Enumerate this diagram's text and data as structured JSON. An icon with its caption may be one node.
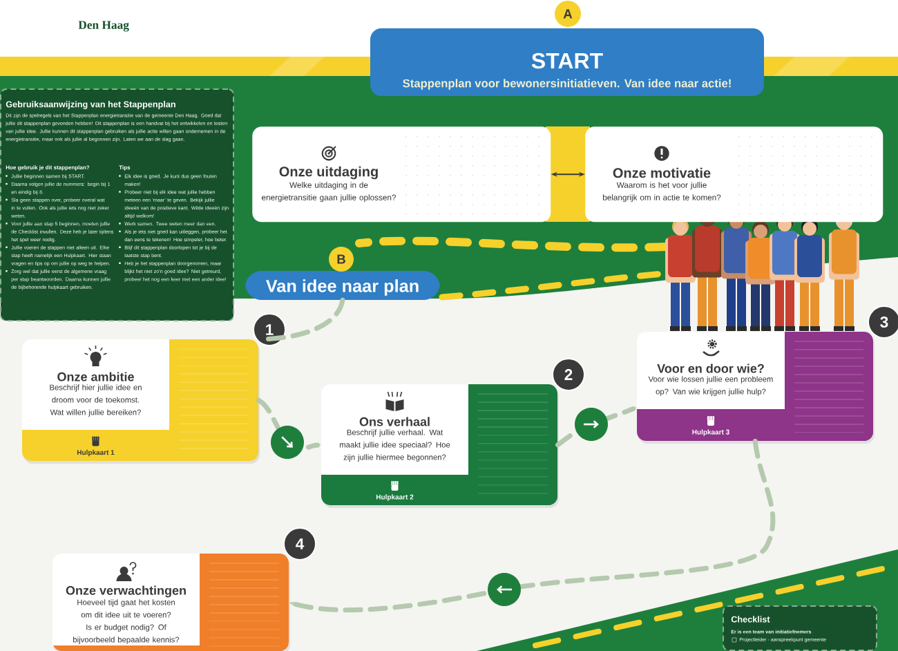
{
  "diagram": {
    "nodes": [
      {
        "text": [
          "START",
          "Stappenplan voor bewonersinitiatieven. Van idee naar actie!"
        ],
        "beside": [
          "A"
        ]
      },
      {
        "text": [
          "Onze uitdaging",
          "Welke uitdaging in de energietransitie gaan jullie oplossen?"
        ]
      },
      {
        "text": [
          "Onze motivatie",
          "Waarom is het voor jullie belangrijk om in actie te komen?"
        ]
      },
      {
        "text": [
          "Van idee naar plan"
        ],
        "beside": [
          "B"
        ]
      },
      {
        "text": [
          "Onze ambitie",
          "Beschrijf hier jullie idee en droom voor de toekomst. Wat willen jullie bereiken?",
          "Hulpkaart 1"
        ],
        "beside": [
          "1"
        ]
      },
      {
        "text": [
          "Ons verhaal",
          "Beschrijf jullie verhaal. Wat maakt jullie idee speciaal? Hoe zijn jullie hiermee begonnen?",
          "Hulpkaart 2"
        ],
        "beside": [
          "2"
        ]
      },
      {
        "text": [
          "Voor en door wie?",
          "Voor wie lossen jullie een probleem op? Van wie krijgen jullie hulp?",
          "Hulpkaart 3"
        ],
        "beside": [
          "3"
        ]
      },
      {
        "text": [
          "Onze verwachtingen",
          "Hoeveel tijd gaat het kosten om dit idee uit te voeren? Is er budget nodig? Of bijvoorbeeld bepaalde kennis?"
        ],
        "beside": [
          "4"
        ]
      },
      {
        "text": [
          "Gebruiksaanwijzing van het Stappenplan",
          "Dit zijn de spelregels van het Stappenplan energietransitie van de gemeente Den Haag. Goed dat jullie dit stappenplan gevonden hebben! Dit stappenplan is een handvat bij het ontwikkelen en testen van jullie idee. Jullie kunnen dit stappenplan gebruiken als jullie actie willen gaan ondernemen in de energietransitie, maar ook als jullie al begonnen zijn. Laten we aan de slag gaan.",
          "Hoe gebruik je dit stappenplan?",
          "Jullie beginnen samen bij START.",
          "Daarna volgen jullie de nummers: begin bij 1 en eindig bij 8.",
          "Sla geen stappen over, probeer overal wat in te vullen. Ook als jullie iets nog niet zeker weten.",
          "Voor jullie aan stap 5 beginnen, moeten jullie de Checklist invullen. Deze heb je later tijdens het spel weer nodig.",
          "Jullie voeren de stappen niet alleen uit. Elke stap heeft namelijk een Hulpkaart. Hier staan vragen en tips op om jullie op weg te helpen.",
          "Zorg wel dat jullie eerst de algemene vraag per stap beantwoorden. Daarna kunnen jullie de bijbehorende hulpkaart gebruiken.",
          "Tips",
          "Elk idee is goed. Je kunt dus geen fouten maken!",
          "Probeer niet bij elk idee wat jullie hebben meteen een ‘maar’ te geven. Bekijk jullie ideeën van de positieve kant. Wilde ideeën zijn altijd welkom!",
          "Werk samen. Twee weten meer dan een.",
          "Als je iets niet goed kan uitleggen, probeer het dan eens te tekenen! Hoe simpeler, hoe beter.",
          "Blijf dit stappenplan doorlopen tot je bij de laatste stap bent.",
          "Heb je het stappenplan doorgenomen, maar blijkt het niet zo’n goed idee? Niet getreurd, probeer het nog een keer met een ander idee!"
        ]
      },
      {
        "text": [
          "Checklist",
          "Er is een team van initiatiefnemers",
          "Projectleider - aanspreekpunt gemeente"
        ]
      }
    ],
    "edges": [
      {
        "from": 1,
        "to": 2,
        "arrow": "both",
        "color": "#3a3a3a"
      },
      {
        "from": 3,
        "to": 4,
        "arrow": "none",
        "style": "dashed"
      },
      {
        "from": 4,
        "to": 5,
        "arrow": "to",
        "style": "dashed"
      },
      {
        "from": 5,
        "to": 6,
        "arrow": "to",
        "style": "dashed"
      },
      {
        "from": 6,
        "to": 7,
        "arrow": "to",
        "style": "dashed"
      }
    ],
    "labels": [
      "Den Haag"
    ]
  }
}
